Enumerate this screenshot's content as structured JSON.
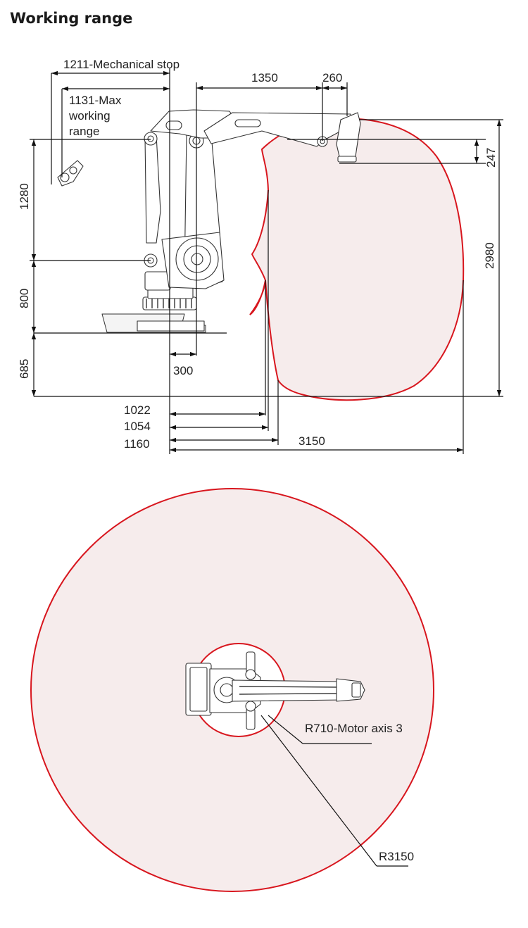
{
  "title": "Working range",
  "side_view": {
    "labels": {
      "mech_stop": "1211-Mechanical stop",
      "max_range_line1": "1131-Max",
      "max_range_line2": "working",
      "max_range_line3": "range",
      "d1350": "1350",
      "d260": "260",
      "d247": "247",
      "d2980": "2980",
      "d1280": "1280",
      "d800": "800",
      "d685": "685",
      "d300": "300",
      "d1022": "1022",
      "d1054": "1054",
      "d1160": "1160",
      "d3150": "3150"
    }
  },
  "top_view": {
    "labels": {
      "r710": "R710-Motor axis 3",
      "r3150": "R3150"
    }
  },
  "colors": {
    "range_outline": "#d8161e",
    "range_fill": "#f6ecec",
    "line": "#111111"
  }
}
